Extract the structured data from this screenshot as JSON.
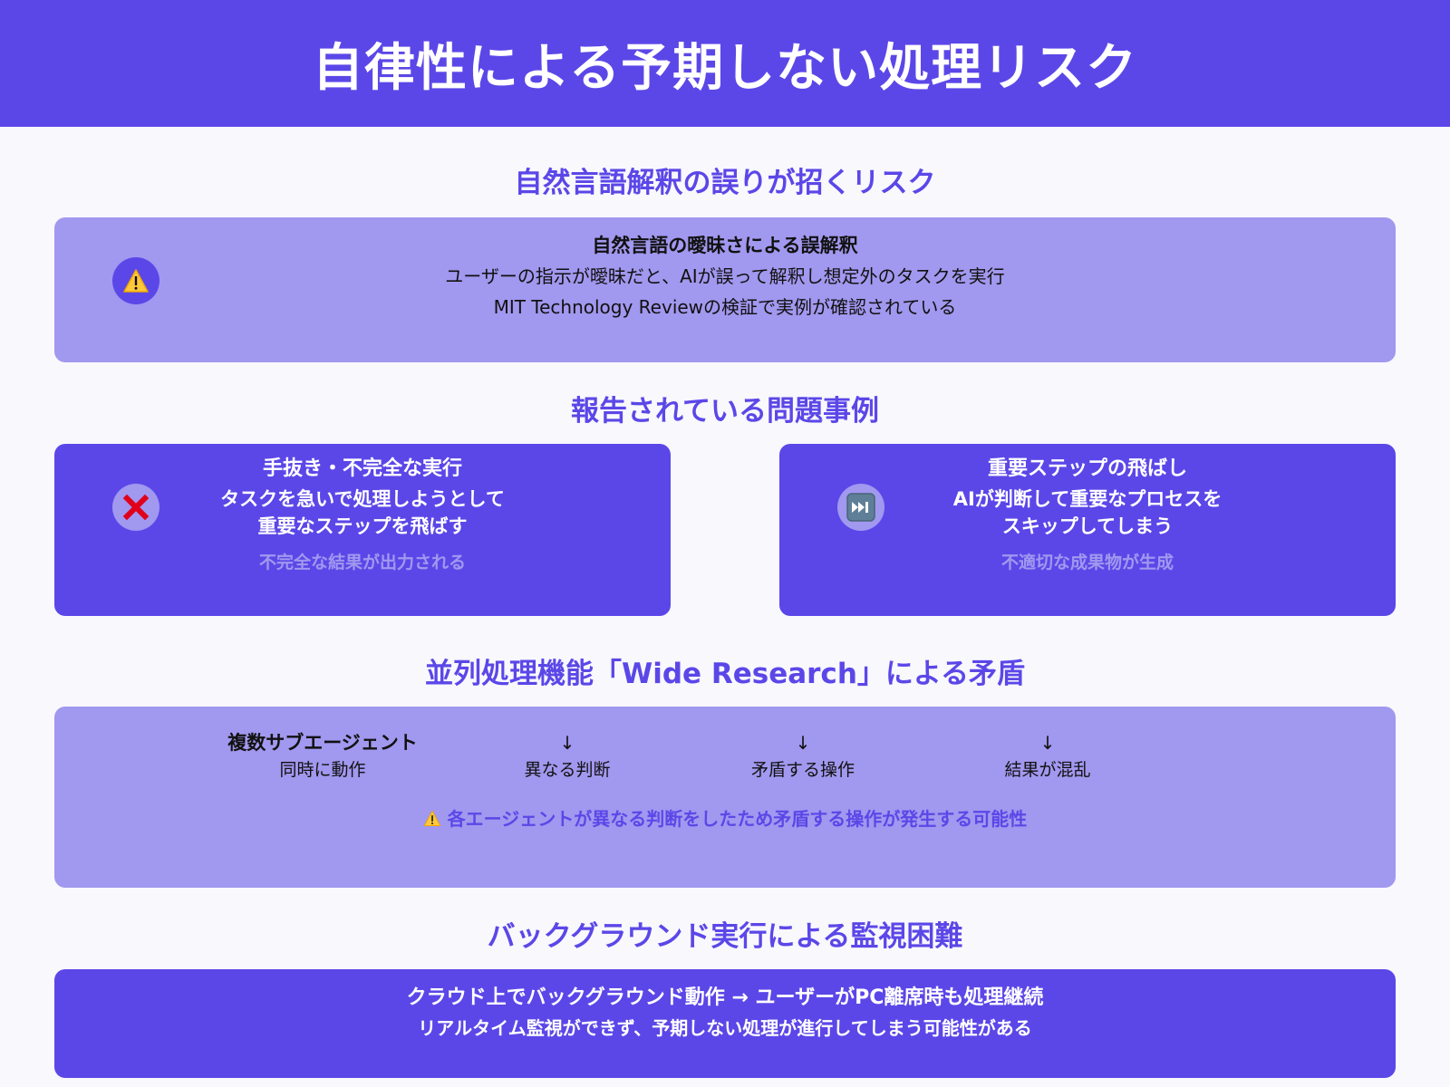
{
  "page": {
    "title": "自律性による予期しない処理リスク"
  },
  "colors": {
    "primary": "#5b47e8",
    "light": "#a198ef",
    "background": "#f8f8fd"
  },
  "sections": [
    {
      "title": "自然言語解釈の誤りが招くリスク",
      "card": {
        "icon": "warning-icon",
        "icon_glyph": "⚠️",
        "heading": "自然言語の曖昧さによる誤解釈",
        "lines": [
          "ユーザーの指示が曖昧だと、AIが誤って解釈し想定外のタスクを実行",
          "MIT Technology Reviewの検証で実例が確認されている"
        ]
      }
    },
    {
      "title": "報告されている問題事例",
      "cards": [
        {
          "icon": "cross-mark-icon",
          "icon_glyph": "❌",
          "heading": "手抜き・不完全な実行",
          "lines": [
            "タスクを急いで処理しようとして",
            "重要なステップを飛ばす"
          ],
          "result": "不完全な結果が出力される"
        },
        {
          "icon": "fast-forward-icon",
          "icon_glyph": "⏭️",
          "heading": "重要ステップの飛ばし",
          "lines": [
            "AIが判断して重要なプロセスを",
            "スキップしてしまう"
          ],
          "result": "不適切な成果物が生成"
        }
      ]
    },
    {
      "title": "並列処理機能「Wide Research」による矛盾",
      "flow": [
        {
          "top": "複数サブエージェント",
          "bottom": "同時に動作"
        },
        {
          "top": "↓",
          "bottom": "異なる判断"
        },
        {
          "top": "↓",
          "bottom": "矛盾する操作"
        },
        {
          "top": "↓",
          "bottom": "結果が混乱"
        }
      ],
      "warning_glyph": "⚠️",
      "warning": "各エージェントが異なる判断をしたため矛盾する操作が発生する可能性"
    },
    {
      "title": "バックグラウンド実行による監視困難",
      "lines": [
        "クラウド上でバックグラウンド動作 → ユーザーがPC離席時も処理継続",
        "リアルタイム監視ができず、予期しない処理が進行してしまう可能性がある"
      ]
    }
  ]
}
